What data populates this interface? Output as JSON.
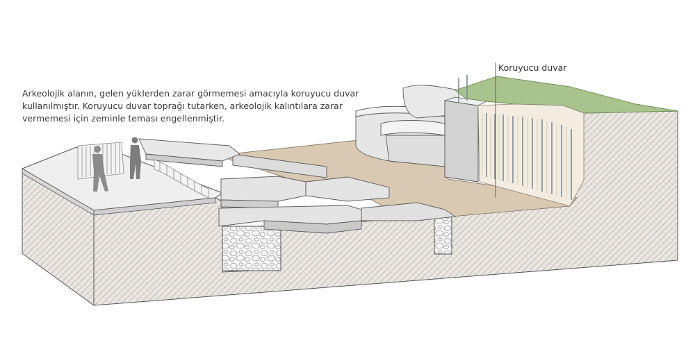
{
  "description_lines": [
    "Arkeolojik alanın, gelen yüklerden zarar görmemesi amacıyla koruyucu duvar",
    "kullanılmıştır.  Koruyucu duvar toprağı tutarken, arkeolojik kalıntılara zarar",
    "vermemesi için zeminle teması engellenmiştir."
  ],
  "callout_label": "Koruyucu duvar",
  "colors": {
    "earth_hatch": "#e9e5df",
    "sand": "#d8c7b0",
    "grass": "#a9c48e",
    "concrete": "#d9d9d9",
    "wall": "#e6e6e6",
    "figure": "#8a8a8a"
  }
}
